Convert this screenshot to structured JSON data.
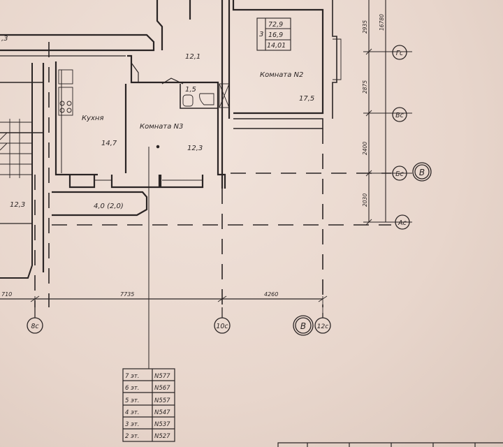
{
  "plan": {
    "apartment": {
      "number": "3",
      "area_total": "72,9",
      "area_living": "16,9",
      "area_other": "14,01"
    },
    "rooms": {
      "kitchen_label": "Кухня",
      "kitchen_area": "14,7",
      "room3_label": "Комната N3",
      "room3_area": "12,3",
      "room2_label": "Комната N2",
      "room2_area": "17,5",
      "hall_area": "12,1",
      "bath_area": "1,5",
      "left_area": "12,3",
      "balcony_area": "4,0 (2,0)",
      "top_left_fragment": ",3"
    },
    "dimensions": {
      "bottom_left": "710",
      "bottom_mid": "7735",
      "bottom_right": "4260",
      "v_top": "2935",
      "v_2": "2875",
      "v_3": "2400",
      "v_4": "2030",
      "v_total": "16780"
    },
    "axes": {
      "gc": "Гс",
      "vc": "Вс",
      "bc": "Бс",
      "ac": "Ас",
      "b_ring": "В",
      "b_ring_bottom": "В",
      "ax8": "8с",
      "ax10": "10с",
      "ax12": "12с"
    },
    "floors": [
      {
        "floor": "7 эт.",
        "number": "N577"
      },
      {
        "floor": "6 эт.",
        "number": "N567"
      },
      {
        "floor": "5 эт.",
        "number": "N557"
      },
      {
        "floor": "4 эт.",
        "number": "N547"
      },
      {
        "floor": "3 эт.",
        "number": "N537"
      },
      {
        "floor": "2 эт.",
        "number": "N527"
      }
    ]
  }
}
